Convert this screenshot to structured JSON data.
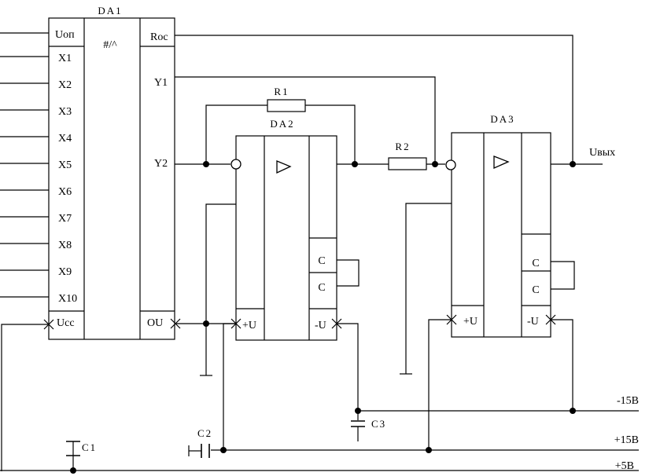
{
  "da1": {
    "name": "DA1",
    "symbol": "#/^",
    "left_pins": [
      "Uоп",
      "X1",
      "X2",
      "X3",
      "X4",
      "X5",
      "X6",
      "X7",
      "X8",
      "X9",
      "X10",
      "Ucc"
    ],
    "right_pins": {
      "roc": "Roc",
      "y1": "Y1",
      "y2": "Y2",
      "ou": "OU"
    }
  },
  "da2": {
    "name": "DA2",
    "c1": "C",
    "c2": "C",
    "plus_u": "+U",
    "minus_u": "-U"
  },
  "da3": {
    "name": "DA3",
    "c1": "C",
    "c2": "C",
    "plus_u": "+U",
    "minus_u": "-U"
  },
  "resistors": {
    "r1": "R1",
    "r2": "R2"
  },
  "capacitors": {
    "c1": "C1",
    "c2": "C2",
    "c3": "C3"
  },
  "output": "Uвых",
  "rails": {
    "neg15": "-15В",
    "pos15": "+15В",
    "pos5": "+5В"
  }
}
